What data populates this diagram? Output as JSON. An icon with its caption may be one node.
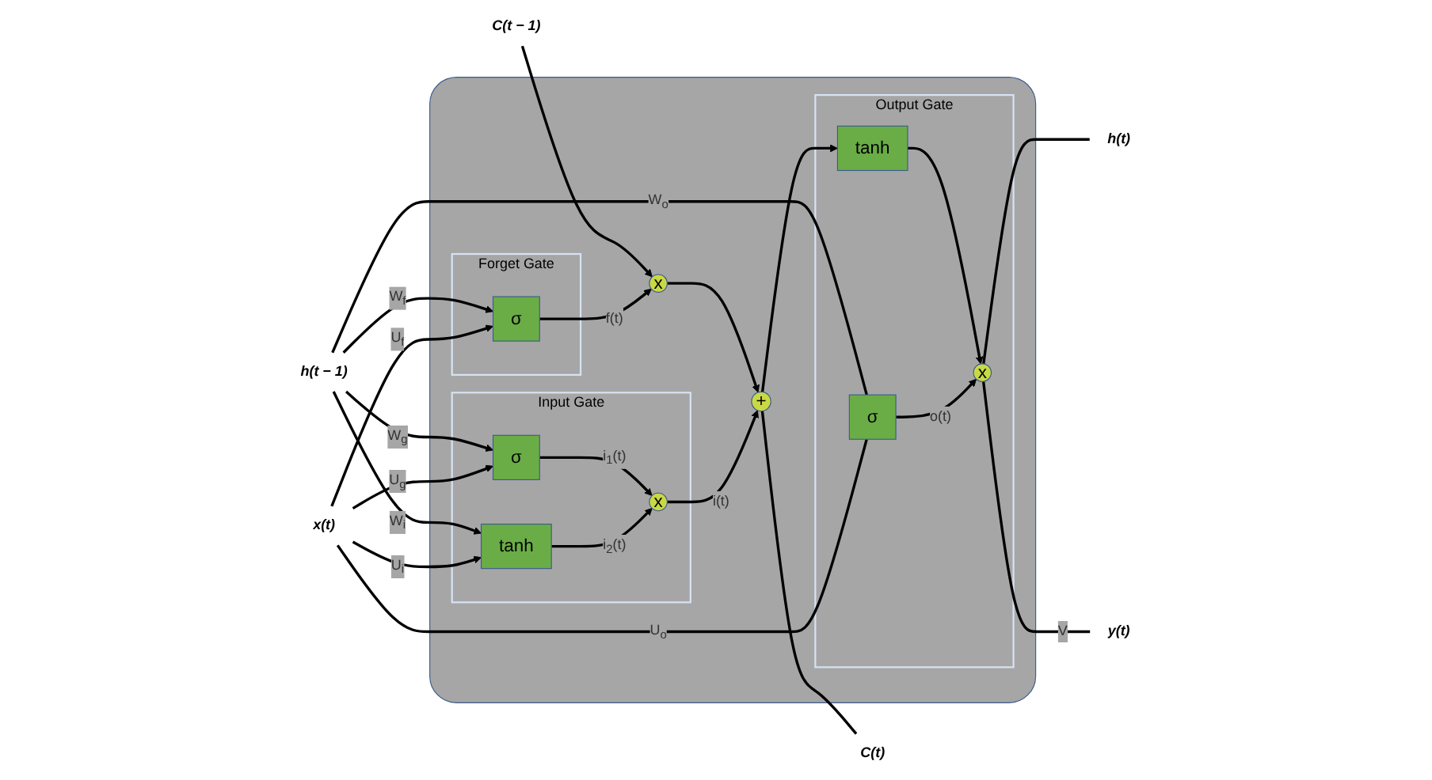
{
  "diagram": {
    "nodes": [
      {
        "text": [],
        "shape": "box"
      },
      {
        "text": [
          "C(t − 1)"
        ]
      },
      {
        "text": [
          "x"
        ],
        "in": 0
      },
      {
        "text": [
          "+"
        ],
        "in": 0
      },
      {
        "text": [
          "C(t)"
        ]
      },
      {
        "text": [
          "Forget Gate"
        ],
        "in": 0
      },
      {
        "text": [
          "σ"
        ],
        "in": 5
      },
      {
        "text": [
          "Input Gate"
        ],
        "in": 0
      },
      {
        "text": [
          "σ"
        ],
        "in": 7
      },
      {
        "text": [
          "tanh"
        ],
        "in": 7
      },
      {
        "text": [
          "x"
        ],
        "in": 7
      },
      {
        "text": [
          "Output Gate"
        ],
        "in": 0
      },
      {
        "text": [
          "tanh"
        ],
        "in": 11
      },
      {
        "text": [
          "σ"
        ],
        "in": 11
      },
      {
        "text": [
          "x"
        ],
        "in": 11
      },
      {
        "text": [
          "h(t − 1)"
        ]
      },
      {
        "text": [
          "h(t)"
        ]
      },
      {
        "text": [
          "x(t)"
        ]
      },
      {
        "text": [
          "y(t)"
        ]
      }
    ],
    "edges": [
      {
        "from": 1,
        "to": 2,
        "arrow": "to"
      },
      {
        "from": 2,
        "to": 3,
        "arrow": "to"
      },
      {
        "from": 3,
        "to": 4,
        "arrow": "none"
      },
      {
        "from": 3,
        "to": 12,
        "arrow": "to"
      },
      {
        "from": 6,
        "to": 2,
        "arrow": "to",
        "label": "f(t)"
      },
      {
        "from": 8,
        "to": 10,
        "arrow": "to",
        "label": "i$_{1}$(t)"
      },
      {
        "from": 9,
        "to": 10,
        "arrow": "to",
        "label": "i$_{2}$(t)"
      },
      {
        "from": 10,
        "to": 3,
        "arrow": "to",
        "label": "i(t)"
      },
      {
        "from": 12,
        "to": 14,
        "arrow": "to"
      },
      {
        "from": 13,
        "to": 14,
        "arrow": "to",
        "label": "o(t)"
      },
      {
        "from": 14,
        "to": 16,
        "arrow": "none"
      },
      {
        "from": 14,
        "to": 18,
        "arrow": "none",
        "label": "V"
      },
      {
        "from": 15,
        "to": 6,
        "arrow": "to",
        "label": "W$_{f}$"
      },
      {
        "from": 17,
        "to": 6,
        "arrow": "to",
        "label": "U$_{f}$"
      },
      {
        "from": 15,
        "to": 8,
        "arrow": "to",
        "label": "W$_{g}$"
      },
      {
        "from": 17,
        "to": 8,
        "arrow": "to",
        "label": "U$_{g}$"
      },
      {
        "from": 15,
        "to": 9,
        "arrow": "to",
        "label": "W$_{i}$"
      },
      {
        "from": 17,
        "to": 9,
        "arrow": "to",
        "label": "U$_{i}$"
      },
      {
        "from": 15,
        "to": 13,
        "arrow": "none",
        "label": "W$_{o}$"
      },
      {
        "from": 17,
        "to": 13,
        "arrow": "none",
        "label": "U$_{o}$"
      }
    ]
  }
}
